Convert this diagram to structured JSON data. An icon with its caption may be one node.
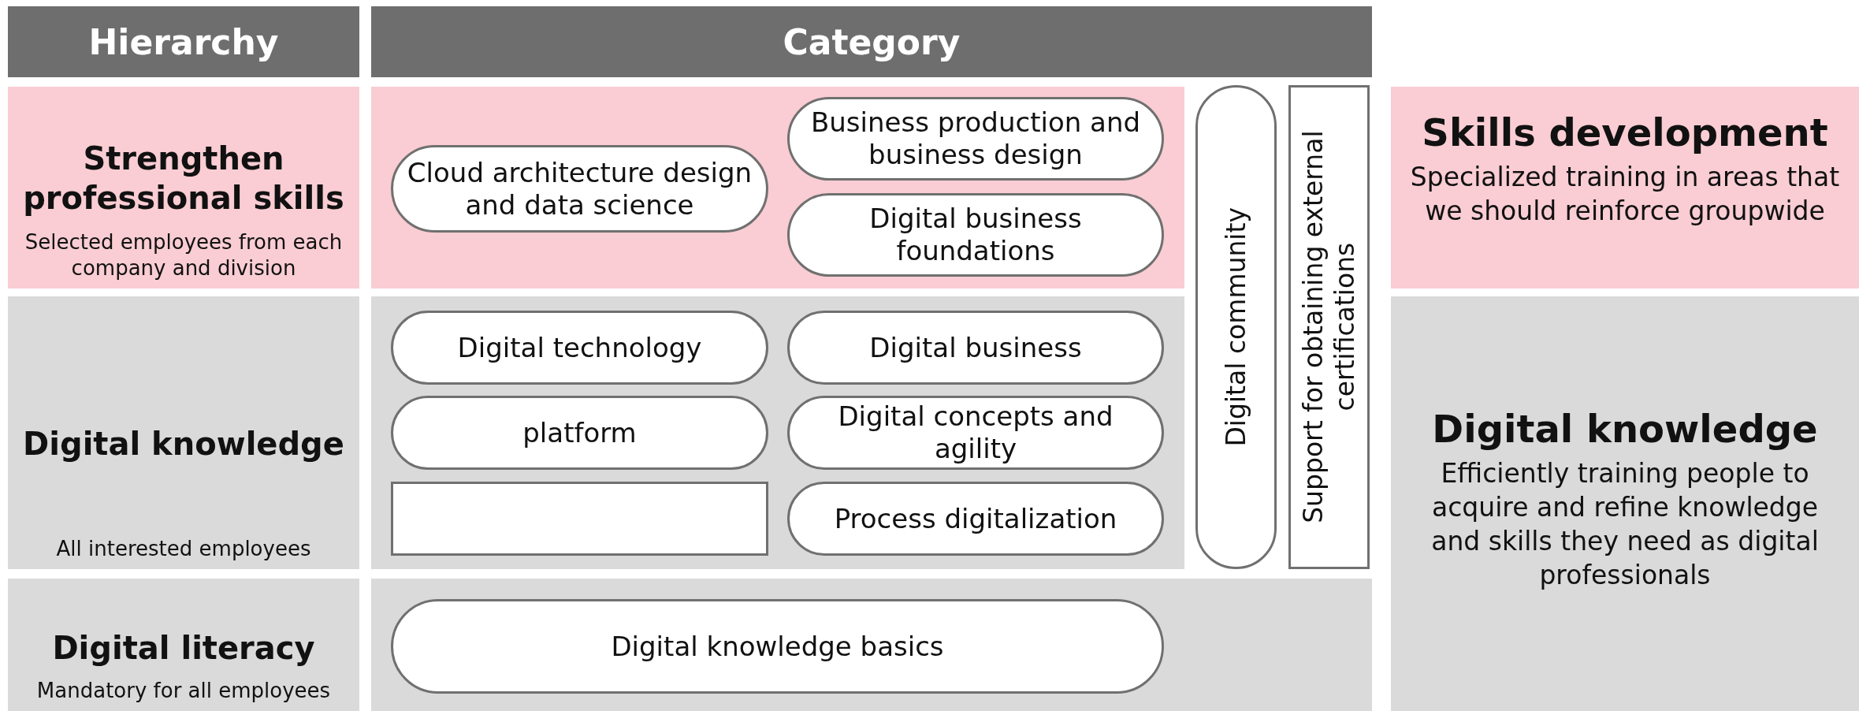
{
  "diagram": {
    "nodes": [
      {
        "text": [
          "Hierarchy"
        ]
      },
      {
        "text": [
          "Category"
        ]
      },
      {
        "text": [
          "Strengthen professional skills",
          "Selected employees from each company and division"
        ]
      },
      {
        "text": [
          "Cloud architecture design and data science"
        ]
      },
      {
        "text": [
          "Business production and business design"
        ]
      },
      {
        "text": [
          "Digital business foundations"
        ]
      },
      {
        "text": [
          "Digital community"
        ]
      },
      {
        "text": [
          "Support for obtaining external certifications"
        ]
      },
      {
        "text": [
          "Skills development",
          "Specialized training in areas that we should reinforce groupwide"
        ]
      },
      {
        "text": [
          "Digital knowledge",
          "All interested employees"
        ]
      },
      {
        "text": [
          "Digital technology"
        ]
      },
      {
        "text": [
          "Digital business"
        ]
      },
      {
        "text": [
          "platform"
        ]
      },
      {
        "text": [
          "Digital concepts and agility"
        ]
      },
      {
        "text": [],
        "shape": "box"
      },
      {
        "text": [
          "Process digitalization"
        ]
      },
      {
        "text": [
          "Digital knowledge",
          "Efficiently training people to acquire and refine knowledge and skills they need as digital professionals"
        ]
      },
      {
        "text": [
          "Digital literacy",
          "Mandatory for all employees"
        ]
      },
      {
        "text": [
          "Digital knowledge basics"
        ]
      }
    ],
    "edges": []
  }
}
